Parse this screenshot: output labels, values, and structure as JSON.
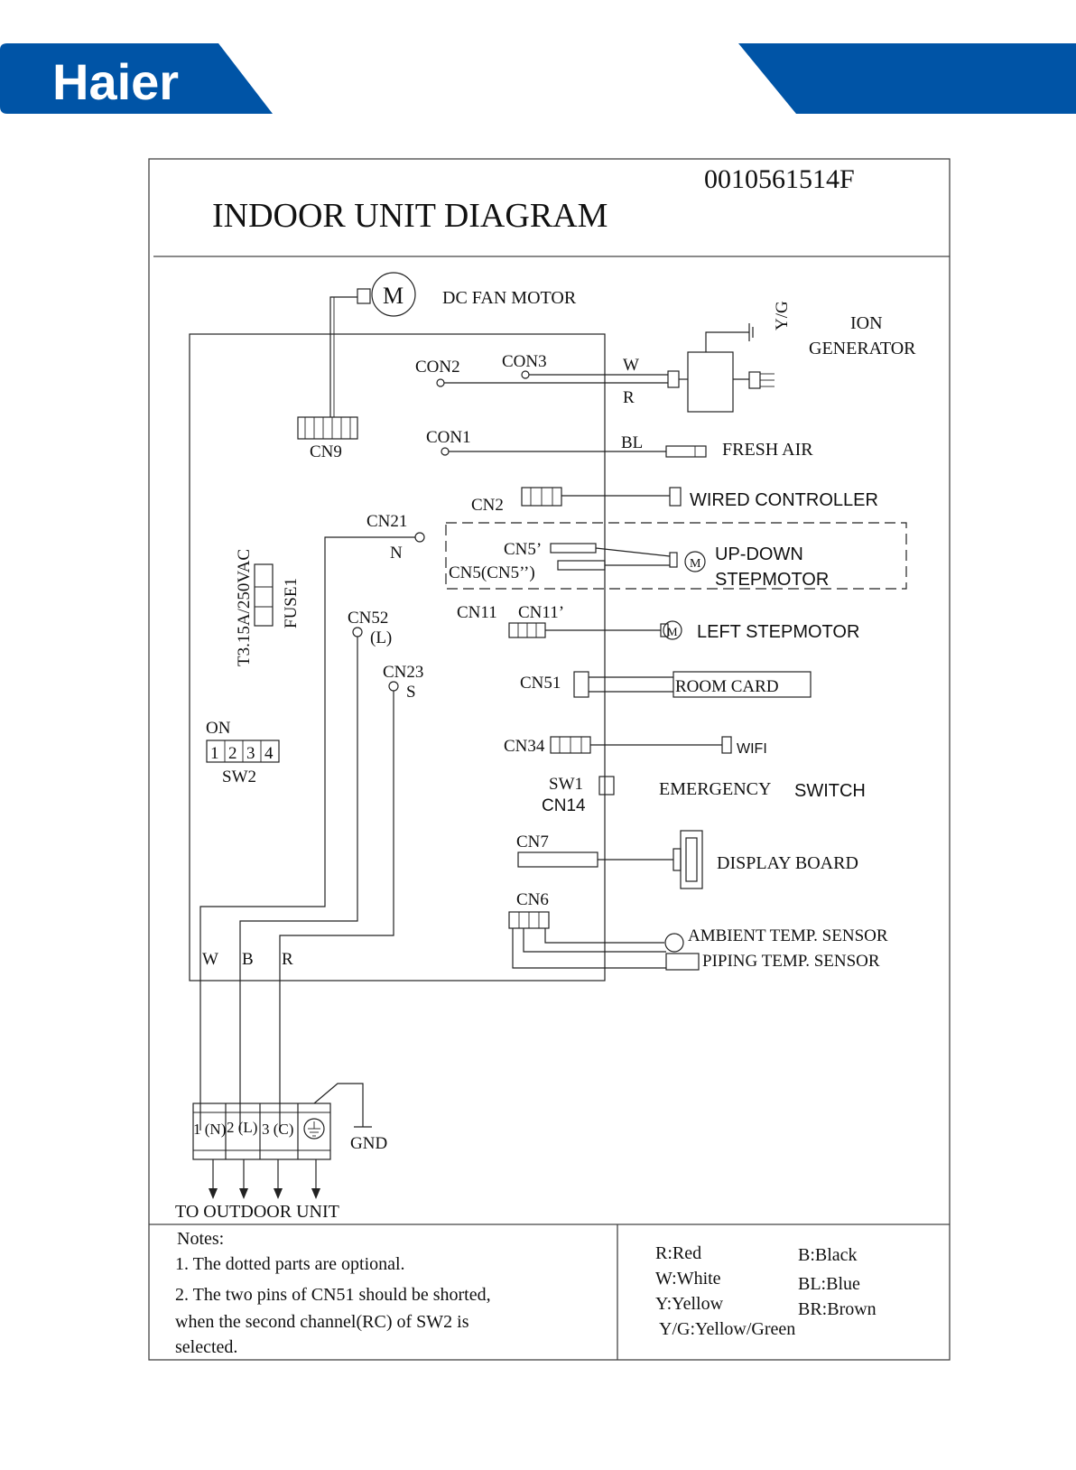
{
  "brand": {
    "logo_text": "Haier",
    "color": "#0054a6"
  },
  "header": {
    "code": "0010561514F",
    "title": "INDOOR UNIT DIAGRAM"
  },
  "components": {
    "fan_motor": {
      "symbol": "M",
      "label": "DC FAN MOTOR"
    },
    "ion_generator": {
      "line1": "ION",
      "line2": "GENERATOR",
      "ground_label": "Y/G"
    },
    "con2": "CON2",
    "con3": "CON3",
    "con1": "CON1",
    "cn9": "CN9",
    "wire_w": "W",
    "wire_r": "R",
    "wire_bl": "BL",
    "fresh_air": "FRESH AIR",
    "cn2": "CN2",
    "wired_controller": "WIRED CONTROLLER",
    "cn21": "CN21",
    "n": "N",
    "cn5p": "CN5’",
    "cn5": "CN5(CN5’’)",
    "stepmotor_symbol": "M",
    "updown_line1": "UP-DOWN",
    "updown_line2": "STEPMOTOR",
    "fuse_rating": "T3.15A/250VAC",
    "fuse_label": "FUSE1",
    "cn52": "CN52",
    "l": "(L)",
    "cn11": "CN11",
    "cn11p": "CN11’",
    "left_stepmotor": "LEFT STEPMOTOR",
    "cn23": "CN23",
    "s": "S",
    "cn51": "CN51",
    "room_card": "ROOM   CARD",
    "on": "ON",
    "sw2_digits": [
      "1",
      "2",
      "3",
      "4"
    ],
    "sw2": "SW2",
    "cn34": "CN34",
    "wifi": "WIFI",
    "sw1": "SW1",
    "cn14": "CN14",
    "emergency": "EMERGENCY",
    "switch": "SWITCH",
    "cn7": "CN7",
    "display_board": "DISPLAY BOARD",
    "cn6": "CN6",
    "ambient": "AMBIENT   TEMP. SENSOR",
    "piping": "PIPING  TEMP. SENSOR",
    "wb_w": "W",
    "wb_b": "B",
    "wb_r": "R"
  },
  "terminal": {
    "t1": "1 (N)",
    "t2": "2 (L)",
    "t3": "3 (C)",
    "gnd": "GND",
    "outdoor": "TO OUTDOOR UNIT"
  },
  "notes": {
    "title": "Notes:",
    "lines": [
      "1. The   dotted parts   are optional.",
      "2. The two pins of CN51 should be shorted,",
      "when the second channel(RC)  of SW2 is",
      "selected."
    ]
  },
  "legend": {
    "left": [
      "R:Red",
      "W:White",
      "Y:Yellow",
      "Y/G:Yellow/Green"
    ],
    "right": [
      "B:Black",
      "BL:Blue",
      "BR:Brown"
    ]
  }
}
